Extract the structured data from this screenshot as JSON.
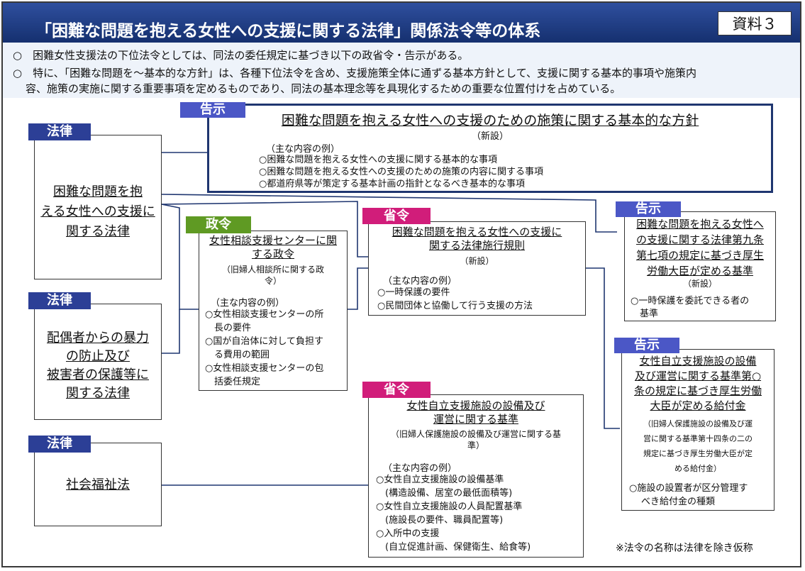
{
  "header": {
    "title": "「困難な問題を抱える女性への支援に関する法律」関係法令等の体系",
    "badge": "資料３"
  },
  "intro": {
    "line1": "○　困難女性支援法の下位法令としては、同法の委任規定に基づき以下の政省令・告示がある。",
    "line2": "○　特に、「困難な問題を～基本的な方針」は、各種下位法令を含め、支援施策全体に通ずる基本方針として、支援に関する基本的事項や施策内",
    "line3": "容、施策の実施に関する重要事項を定めるものであり、同法の基本理念等を具現化するための重要な位置付けを占めている。"
  },
  "laws": {
    "tag": "法律",
    "law1": [
      "困難な問題を抱",
      "える女性への支援に",
      "関する法律"
    ],
    "law2": [
      "配偶者からの暴力",
      "の防止及び",
      "被害者の保護等に",
      "関する法律"
    ],
    "law3": "社会福祉法"
  },
  "kokuji_main": {
    "tag": "告示",
    "title": "困難な問題を抱える女性への支援のための施策に関する基本的な方針",
    "note": "（新設）",
    "ex_head": "（主な内容の例）",
    "items": [
      "○困難な問題を抱える女性への支援に関する基本的な事項",
      "○困難な問題を抱える女性への支援のための施策の内容に関する事項",
      "○都道府県等が策定する基本計画の指針となるべき基本的な事項"
    ]
  },
  "seirei": {
    "tag": "政令",
    "title": [
      "女性相談支援センターに関",
      "する政令"
    ],
    "note": [
      "（旧婦人相談所に関する政",
      "令）"
    ],
    "ex_head": "（主な内容の例）",
    "items": [
      "○女性相談支援センターの所",
      "　長の要件",
      "○国が自治体に対して負担す",
      "　る費用の範囲",
      "○女性相談支援センターの包",
      "　括委任規定"
    ]
  },
  "shorei1": {
    "tag": "省令",
    "title": [
      "困難な問題を抱える女性への支援に",
      "関する法律施行規則"
    ],
    "note": "（新設）",
    "ex_head": "（主な内容の例）",
    "items": [
      "○一時保護の要件",
      "○民間団体と協働して行う支援の方法"
    ]
  },
  "shorei2": {
    "tag": "省令",
    "title": [
      "女性自立支援施設の設備及び",
      "運営に関する基準"
    ],
    "note": [
      "（旧婦人保護施設の設備及び運営に関する基",
      "準）"
    ],
    "ex_head": "（主な内容の例）",
    "items": [
      "○女性自立支援施設の設備基準",
      "　(構造設備、居室の最低面積等)",
      "○女性自立支援施設の人員配置基準",
      "　(施設長の要件、職員配置等)",
      "○入所中の支援",
      "　(自立促進計画、保健衛生、給食等)"
    ]
  },
  "kokuji2": {
    "tag": "告示",
    "title": [
      "困難な問題を抱える女性へ",
      "の支援に関する法律第九条",
      "第七項の規定に基づき厚生",
      "労働大臣が定める基準"
    ],
    "note": "（新設）",
    "items": [
      "○一時保護を委託できる者の",
      "　基準"
    ]
  },
  "kokuji3": {
    "tag": "告示",
    "title": [
      "女性自立支援施設の設備",
      "及び運営に関する基準第○",
      "条の規定に基づき厚生労働",
      "大臣が定める給付金"
    ],
    "note": [
      "（旧婦人保護施設の設備及び運",
      "営に関する基準第十四条の二の",
      "規定に基づき厚生労働大臣が定",
      "める給付金）"
    ],
    "items": [
      "○施設の設置者が区分管理す",
      "べき給付金の種類"
    ]
  },
  "footnote": "※法令の名称は法律を除き仮称"
}
